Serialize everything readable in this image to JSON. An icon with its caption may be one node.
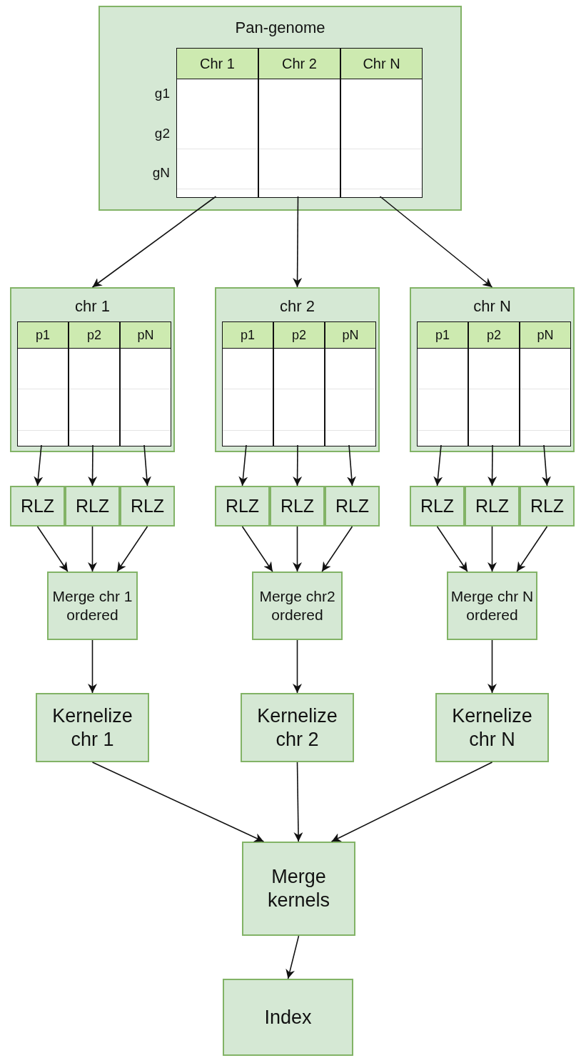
{
  "diagram": {
    "nodes": [
      {
        "text": [
          "Pan-genome"
        ]
      },
      {
        "text": [
          "Chr 1"
        ],
        "in": 0
      },
      {
        "text": [
          "Chr 2"
        ],
        "in": 0
      },
      {
        "text": [
          "Chr N"
        ],
        "in": 0
      },
      {
        "text": [
          "chr 1"
        ]
      },
      {
        "text": [
          "p1"
        ],
        "in": 4
      },
      {
        "text": [
          "p2"
        ],
        "in": 4
      },
      {
        "text": [
          "pN"
        ],
        "in": 4
      },
      {
        "text": [
          "chr 2"
        ]
      },
      {
        "text": [
          "p1"
        ],
        "in": 8
      },
      {
        "text": [
          "p2"
        ],
        "in": 8
      },
      {
        "text": [
          "pN"
        ],
        "in": 8
      },
      {
        "text": [
          "chr N"
        ]
      },
      {
        "text": [
          "p1"
        ],
        "in": 12
      },
      {
        "text": [
          "p2"
        ],
        "in": 12
      },
      {
        "text": [
          "pN"
        ],
        "in": 12
      },
      {
        "text": [
          "RLZ"
        ]
      },
      {
        "text": [
          "RLZ"
        ]
      },
      {
        "text": [
          "RLZ"
        ]
      },
      {
        "text": [
          "RLZ"
        ]
      },
      {
        "text": [
          "RLZ"
        ]
      },
      {
        "text": [
          "RLZ"
        ]
      },
      {
        "text": [
          "RLZ"
        ]
      },
      {
        "text": [
          "RLZ"
        ]
      },
      {
        "text": [
          "RLZ"
        ]
      },
      {
        "text": [
          "Merge chr 1 ordered"
        ]
      },
      {
        "text": [
          "Merge chr2 ordered"
        ]
      },
      {
        "text": [
          "Merge chr N ordered"
        ]
      },
      {
        "text": [
          "Kernelize chr 1"
        ]
      },
      {
        "text": [
          "Kernelize chr 2"
        ]
      },
      {
        "text": [
          "Kernelize chr N"
        ]
      },
      {
        "text": [
          "Merge kernels"
        ]
      },
      {
        "text": [
          "Index"
        ]
      }
    ],
    "edges": [
      {
        "from": 1,
        "to": 4,
        "arrow": "to"
      },
      {
        "from": 2,
        "to": 8,
        "arrow": "to"
      },
      {
        "from": 3,
        "to": 12,
        "arrow": "to"
      },
      {
        "from": 5,
        "to": 16,
        "arrow": "to"
      },
      {
        "from": 6,
        "to": 17,
        "arrow": "to"
      },
      {
        "from": 7,
        "to": 18,
        "arrow": "to"
      },
      {
        "from": 9,
        "to": 19,
        "arrow": "to"
      },
      {
        "from": 10,
        "to": 20,
        "arrow": "to"
      },
      {
        "from": 11,
        "to": 21,
        "arrow": "to"
      },
      {
        "from": 13,
        "to": 22,
        "arrow": "to"
      },
      {
        "from": 14,
        "to": 23,
        "arrow": "to"
      },
      {
        "from": 15,
        "to": 24,
        "arrow": "to"
      },
      {
        "from": 16,
        "to": 25,
        "arrow": "to"
      },
      {
        "from": 17,
        "to": 25,
        "arrow": "to"
      },
      {
        "from": 18,
        "to": 25,
        "arrow": "to"
      },
      {
        "from": 19,
        "to": 26,
        "arrow": "to"
      },
      {
        "from": 20,
        "to": 26,
        "arrow": "to"
      },
      {
        "from": 21,
        "to": 26,
        "arrow": "to"
      },
      {
        "from": 22,
        "to": 27,
        "arrow": "to"
      },
      {
        "from": 23,
        "to": 27,
        "arrow": "to"
      },
      {
        "from": 24,
        "to": 27,
        "arrow": "to"
      },
      {
        "from": 25,
        "to": 28,
        "arrow": "to"
      },
      {
        "from": 26,
        "to": 29,
        "arrow": "to"
      },
      {
        "from": 27,
        "to": 30,
        "arrow": "to"
      },
      {
        "from": 28,
        "to": 31,
        "arrow": "to"
      },
      {
        "from": 29,
        "to": 31,
        "arrow": "to"
      },
      {
        "from": 30,
        "to": 31,
        "arrow": "to"
      },
      {
        "from": 31,
        "to": 32,
        "arrow": "to"
      }
    ],
    "labels": [
      "g1",
      "g2",
      "gN"
    ]
  }
}
